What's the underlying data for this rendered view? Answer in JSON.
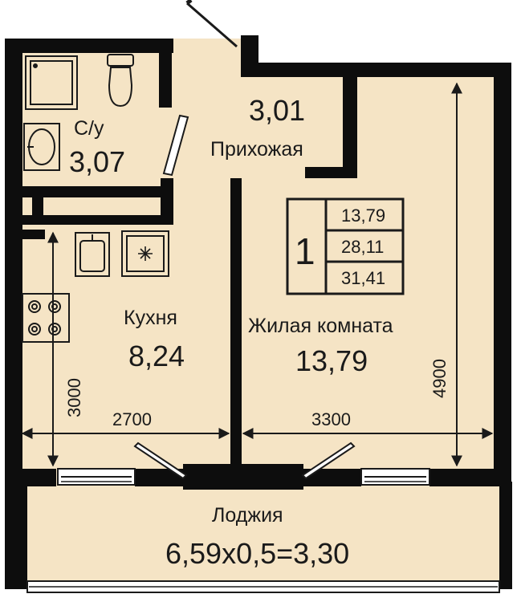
{
  "colors": {
    "floor": "#f5e4c5",
    "wall": "#0d0d0d",
    "window": "#ffffff",
    "line": "#1a1a1a"
  },
  "rooms": {
    "bathroom": {
      "name": "С/у",
      "area": "3,07"
    },
    "hallway": {
      "name": "Прихожая",
      "area": "3,01"
    },
    "kitchen": {
      "name": "Кухня",
      "area": "8,24"
    },
    "living": {
      "name": "Жилая комната",
      "area": "13,79"
    },
    "loggia": {
      "name": "Лоджия",
      "area": "6,59х0,5=3,30"
    }
  },
  "badge": {
    "rooms": "1",
    "living_area": "13,79",
    "total_area": "28,11",
    "total_area_with_loggia": "31,41"
  },
  "dimensions": {
    "kitchen_width": "2700",
    "living_width": "3300",
    "kitchen_depth": "3000",
    "living_depth": "4900"
  },
  "icons": [
    "shower-tray-icon",
    "toilet-icon",
    "washbasin-icon",
    "kitchen-sink-icon",
    "fridge-icon",
    "stove-icon"
  ]
}
